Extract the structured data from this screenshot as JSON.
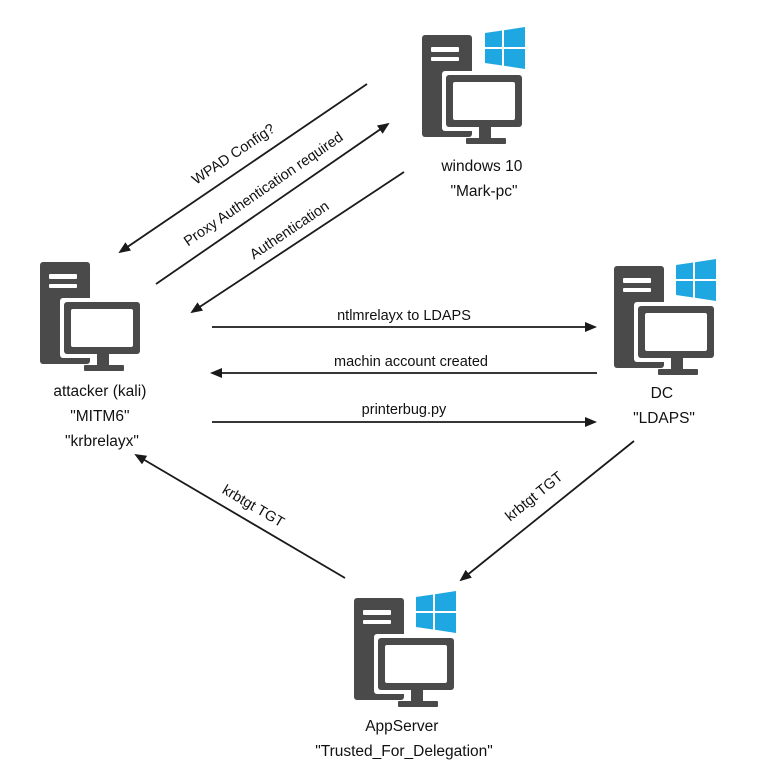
{
  "nodes": {
    "windows10": {
      "lines": [
        "windows 10",
        "\"Mark-pc\""
      ],
      "icon": "windows-computer-icon"
    },
    "attacker": {
      "lines": [
        "attacker (kali)",
        "\"MITM6\"",
        "\"krbrelayx\""
      ],
      "icon": "computer-icon"
    },
    "dc": {
      "lines": [
        "DC",
        "\"LDAPS\""
      ],
      "icon": "windows-computer-icon"
    },
    "appserver": {
      "lines": [
        "AppServer",
        "\"Trusted_For_Delegation\""
      ],
      "icon": "windows-computer-icon"
    }
  },
  "edges": {
    "wpad_config": "WPAD Config?",
    "proxy_auth": "Proxy Authentication required",
    "authentication": "Authentication",
    "ntlmrelayx": "ntlmrelayx to LDAPS",
    "machine_account": "machin account created",
    "printerbug": "printerbug.py",
    "krbtgt_dc_app": "krbtgt TGT",
    "krbtgt_app_attacker": "krbtgt TGT"
  },
  "colors": {
    "computer_gray": "#4a4a4a",
    "windows_blue": "#1ea7e1",
    "line": "#1a1a1a"
  }
}
